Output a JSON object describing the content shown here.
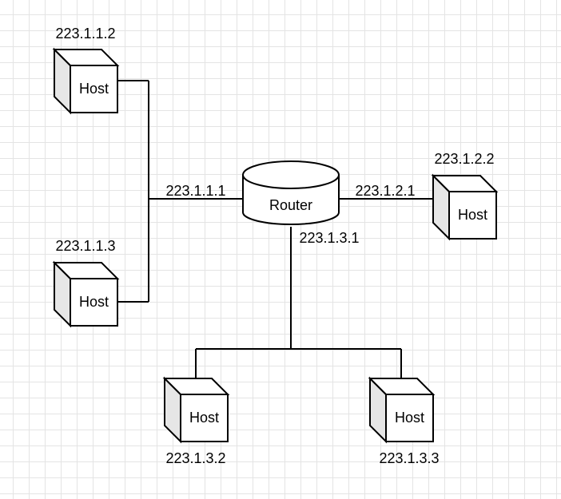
{
  "router": {
    "label": "Router"
  },
  "hosts": [
    {
      "label": "Host",
      "ip": "223.1.1.2"
    },
    {
      "label": "Host",
      "ip": "223.1.1.3"
    },
    {
      "label": "Host",
      "ip": "223.1.2.2"
    },
    {
      "label": "Host",
      "ip": "223.1.3.2"
    },
    {
      "label": "Host",
      "ip": "223.1.3.3"
    }
  ],
  "interfaces": [
    {
      "ip": "223.1.1.1"
    },
    {
      "ip": "223.1.2.1"
    },
    {
      "ip": "223.1.3.1"
    }
  ],
  "colors": {
    "line": "#000000",
    "cube_face": "#ffffff",
    "cube_side": "#e6e6e6",
    "grid": "#e4e4e4"
  }
}
